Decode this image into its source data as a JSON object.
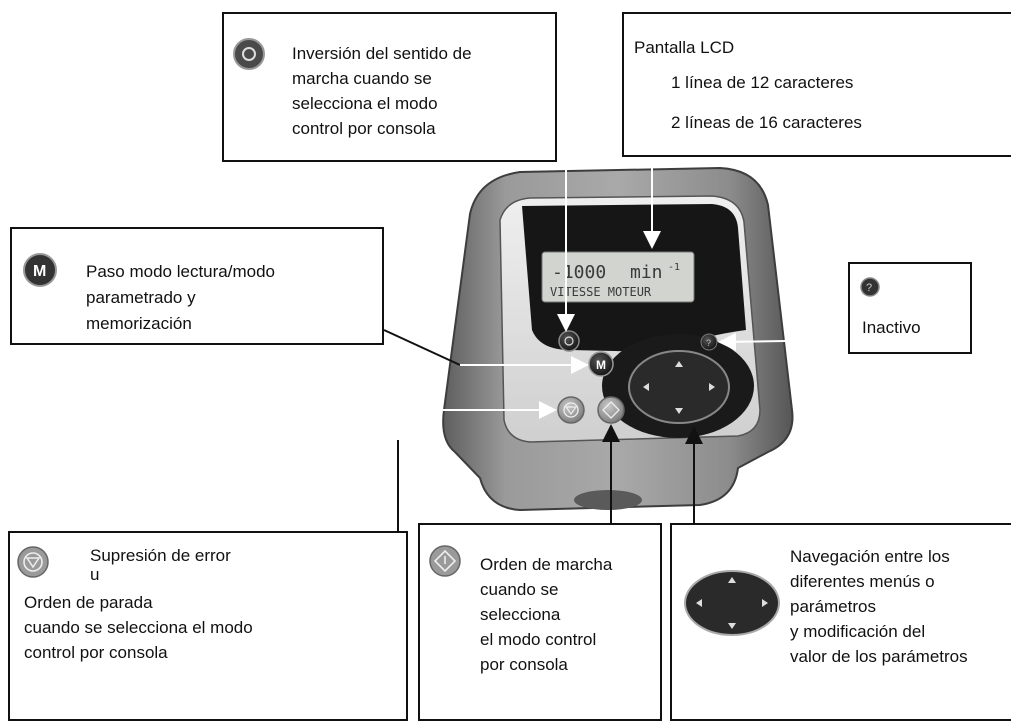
{
  "lcd": {
    "title": "Pantalla LCD",
    "line1": "1 línea de 12 caracteres",
    "line2": "2 líneas de 16 caracteres"
  },
  "reverse": {
    "lines": [
      "Inversión del sentido de",
      "marcha cuando se",
      "selecciona el modo",
      "control por consola"
    ]
  },
  "mode": {
    "lines": [
      "Paso modo lectura/modo",
      "parametrado y",
      "memorización"
    ],
    "key_letter": "M"
  },
  "help": {
    "text": "Inactivo",
    "key_symbol": "?"
  },
  "stop": {
    "lines": [
      "Supresión de error",
      "u",
      "Orden de parada",
      "cuando se selecciona el modo",
      "control  por consola"
    ]
  },
  "start": {
    "lines": [
      "Orden de marcha",
      "cuando se",
      "selecciona",
      "el modo control",
      "por consola"
    ]
  },
  "nav": {
    "lines": [
      "Navegación entre los",
      "diferentes menús o",
      "parámetros",
      "y modificación del",
      "valor de los parámetros"
    ]
  },
  "display": {
    "row1_value": "-1000",
    "row1_unit": "min",
    "row1_exp": "-1",
    "row2": "VITESSE MOTEUR"
  },
  "colors": {
    "device_body": "#8a8a8a",
    "device_face": "#d8d8d8",
    "lcd_bg": "#d2d4cf",
    "key_dark": "#1e1e1e"
  }
}
